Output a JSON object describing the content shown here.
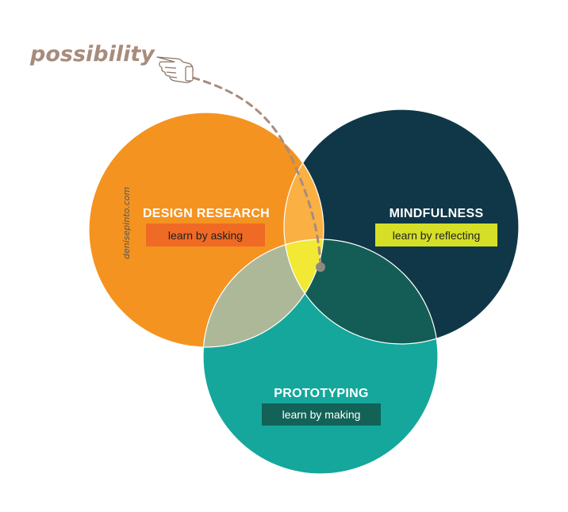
{
  "annotation": {
    "label": "possibility",
    "color": "#a78c7c"
  },
  "credit": "denisepinto.com",
  "circles": {
    "design_research": {
      "title": "DESIGN RESEARCH",
      "subtitle": "learn by asking",
      "color": "#f59320",
      "label_bg": "#ef6a24"
    },
    "mindfulness": {
      "title": "MINDFULNESS",
      "subtitle": "learn by reflecting",
      "color": "#0f3747",
      "label_bg": "#d6df27"
    },
    "prototyping": {
      "title": "PROTOTYPING",
      "subtitle": "learn by making",
      "color": "#15a79c",
      "label_bg": "#136258"
    }
  },
  "overlaps": {
    "research_mindfulness": "#fbb044",
    "research_prototyping": "#adb899",
    "mindfulness_prototyping": "#145d56",
    "center": "#f1e933"
  },
  "icons": {
    "pointer": "pointing-hand-icon"
  }
}
